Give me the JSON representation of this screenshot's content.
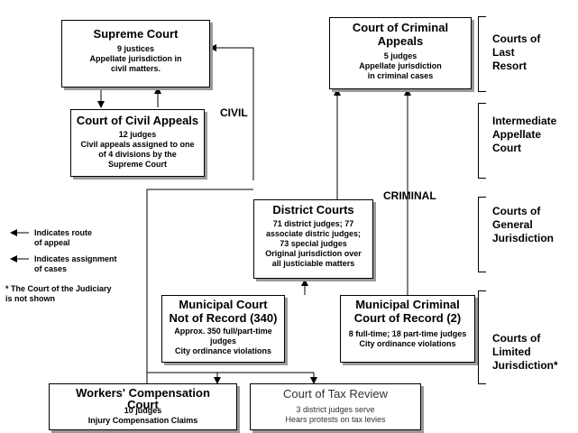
{
  "boxes": {
    "supreme": {
      "title": "Supreme Court",
      "lines": [
        "9 justices",
        "Appellate jurisdiction in",
        "civil matters."
      ]
    },
    "criminal_appeals": {
      "title_lines": [
        "Court of Criminal",
        "Appeals"
      ],
      "lines": [
        "5 judges",
        "Appellate jurisdiction",
        "in criminal cases"
      ]
    },
    "civil_appeals": {
      "title": "Court of Civil Appeals",
      "lines": [
        "12 judges",
        "Civil appeals assigned to one",
        "of 4 divisions by the",
        "Supreme Court"
      ]
    },
    "district": {
      "title": "District Courts",
      "lines": [
        "71 district judges; 77",
        "associate distric judges;",
        "73 special judges",
        "Original jurisdiction over",
        "all justiciable matters"
      ]
    },
    "municipal": {
      "title_lines": [
        "Municipal Court",
        "Not of Record (340)"
      ],
      "lines": [
        "Approx. 350 full/part-time",
        "judges",
        "City ordinance violations"
      ]
    },
    "municipal_criminal": {
      "title_lines": [
        "Municipal Criminal",
        "Court of Record (2)"
      ],
      "lines": [
        "8 full-time; 18 part-time judges",
        "City ordinance violations"
      ]
    },
    "workers": {
      "title_lines": [
        "Workers' Compensation",
        "Court"
      ],
      "lines": [
        "10 judges",
        "Injury Compensation Claims"
      ]
    },
    "tax": {
      "title": "Court of Tax Review",
      "lines": [
        "3 district judges serve",
        "Hears protests on tax levies"
      ]
    }
  },
  "labels": {
    "civil": "CIVIL",
    "criminal": "CRIMINAL"
  },
  "tiers": {
    "last_resort": [
      "Courts of",
      "Last",
      "Resort"
    ],
    "intermediate": [
      "Intermediate",
      "Appellate",
      "Court"
    ],
    "general": [
      "Courts of",
      "General",
      "Jurisdiction"
    ],
    "limited": [
      "Courts of",
      "Limited",
      "Jurisdiction*"
    ]
  },
  "legend": {
    "appeal": [
      "Indicates route",
      "of appeal"
    ],
    "assignment": [
      "Indicates assignment",
      "of cases"
    ],
    "note": [
      "* The Court of the Judiciary",
      "is not shown"
    ]
  }
}
